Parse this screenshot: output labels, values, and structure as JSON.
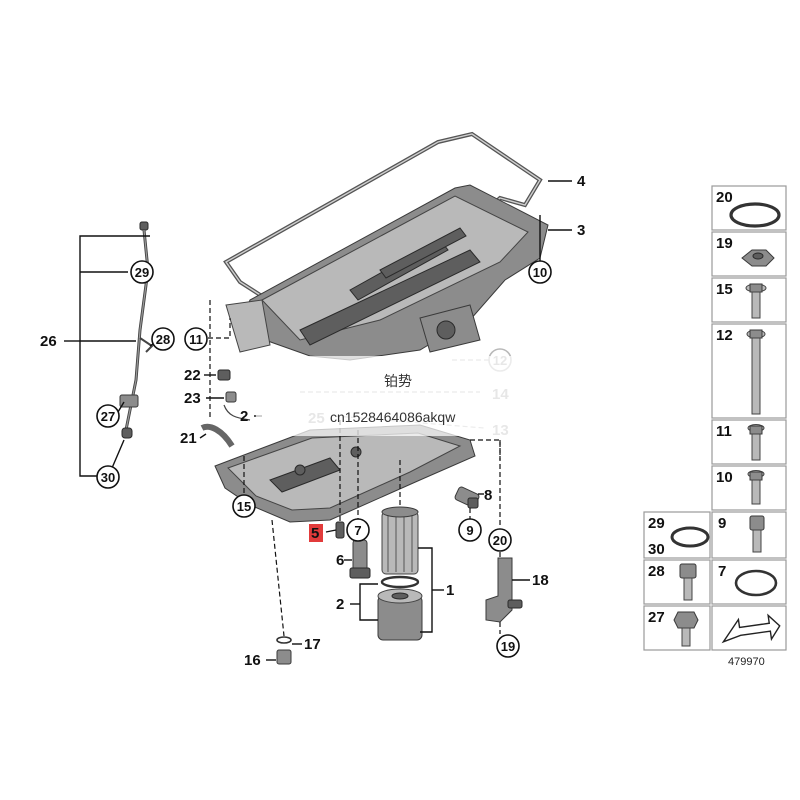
{
  "diagram": {
    "reference_number": "479970",
    "watermark": {
      "line1": "铂势",
      "line2": "cn1528464086akqw"
    },
    "callouts": {
      "c1": "1",
      "c2": "2",
      "c2b": "2",
      "c3": "3",
      "c4": "4",
      "c5": "5",
      "c6": "6",
      "c7": "7",
      "c8": "8",
      "c9": "9",
      "c10": "10",
      "c11": "11",
      "c12": "12",
      "c13": "13",
      "c14": "14",
      "c15": "15",
      "c16": "16",
      "c17": "17",
      "c18": "18",
      "c19": "19",
      "c20": "20",
      "c21": "21",
      "c22": "22",
      "c23": "23",
      "c25": "25",
      "c26": "26",
      "c27": "27",
      "c28": "28",
      "c29": "29",
      "c30": "30"
    },
    "legend": [
      {
        "number": "20",
        "part": "o-ring-large"
      },
      {
        "number": "19",
        "part": "hex-nut"
      },
      {
        "number": "15",
        "part": "flange-bolt"
      },
      {
        "number": "12",
        "part": "long-bolt"
      },
      {
        "number": "11",
        "part": "medium-bolt"
      },
      {
        "number": "10",
        "part": "short-bolt"
      },
      {
        "number": "29",
        "part": "o-ring"
      },
      {
        "number": "30",
        "part": "o-ring"
      },
      {
        "number": "9",
        "part": "socket-screw"
      },
      {
        "number": "28",
        "part": "allen-screw"
      },
      {
        "number": "7",
        "part": "seal-ring"
      },
      {
        "number": "27",
        "part": "hex-bolt"
      },
      {
        "number": "",
        "part": "arrow-symbol"
      }
    ],
    "highlighted_part": "5"
  }
}
